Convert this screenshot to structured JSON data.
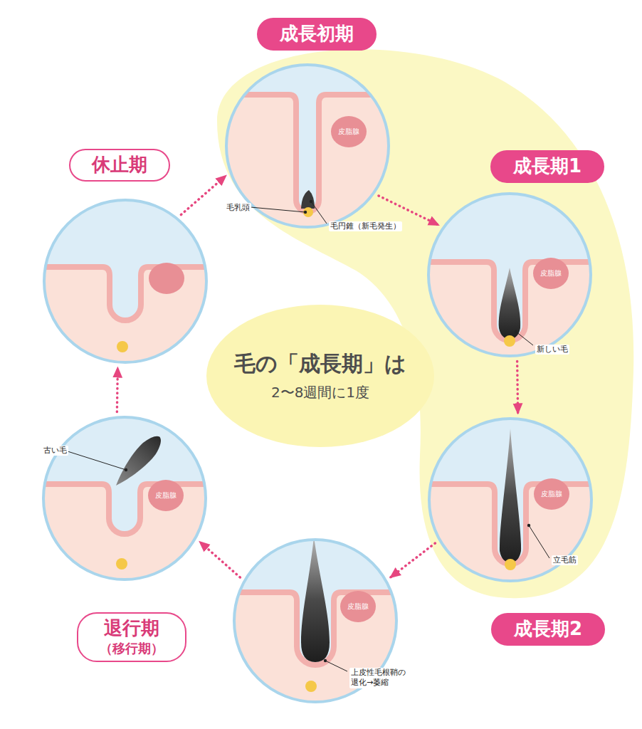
{
  "diagram": {
    "nodes": [
      {
        "text": [
          "成長初期",
          "皮脂腺",
          "毛乳頭",
          "毛円錐（新毛発生）"
        ]
      },
      {
        "text": [
          "成長期1",
          "皮脂腺",
          "新しい毛"
        ]
      },
      {
        "text": [
          "成長期2",
          "皮脂腺",
          "立毛筋"
        ]
      },
      {
        "text": [
          "退行期",
          "（移行期）",
          "皮脂腺",
          "上皮性毛根鞘の 退化→萎縮"
        ]
      },
      {
        "text": [
          "古い毛",
          "皮脂腺"
        ]
      },
      {
        "text": [
          "休止期"
        ]
      },
      {
        "text": [
          "毛の「成長期」は",
          "2〜8週間に1度"
        ]
      }
    ],
    "edges": [
      {
        "from": 0,
        "to": 1,
        "arrow": "to"
      },
      {
        "from": 1,
        "to": 2,
        "arrow": "to"
      },
      {
        "from": 2,
        "to": 3,
        "arrow": "to"
      },
      {
        "from": 3,
        "to": 4,
        "arrow": "to"
      },
      {
        "from": 4,
        "to": 5,
        "arrow": "to"
      },
      {
        "from": 5,
        "to": 0,
        "arrow": "to"
      }
    ]
  }
}
